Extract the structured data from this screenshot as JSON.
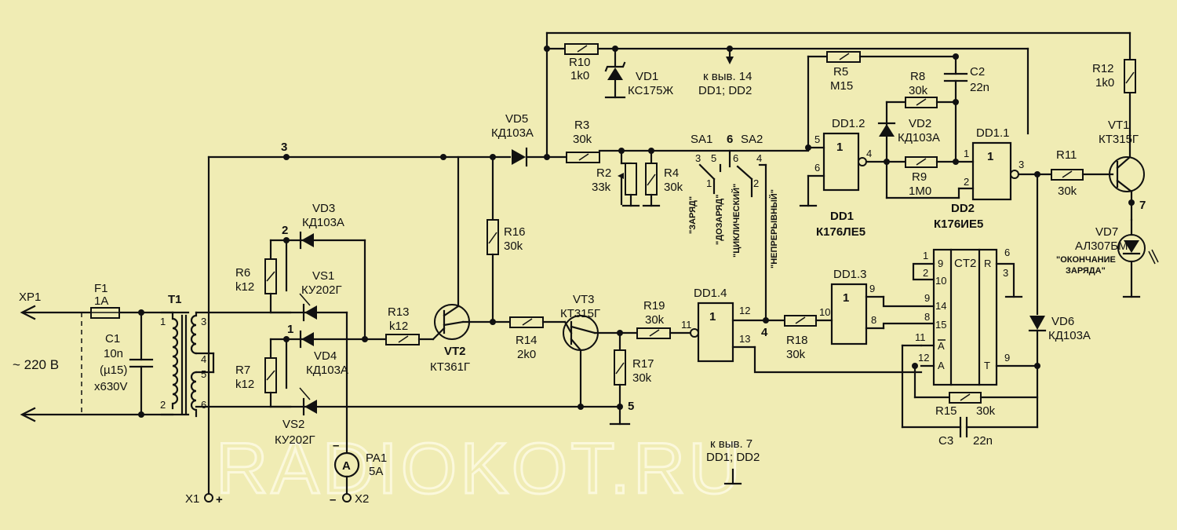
{
  "watermark": "RADIOKOT.RU",
  "mains": {
    "connector": "XP1",
    "voltage": "~ 220 В"
  },
  "fuse": {
    "ref": "F1",
    "value": "1A"
  },
  "c1": {
    "ref": "C1",
    "v1": "10n",
    "v2": "(µ15)",
    "v3": "x630V"
  },
  "t1": {
    "ref": "T1",
    "p1": "1",
    "p2": "2",
    "p3": "3",
    "p4": "4",
    "p5": "5",
    "p6": "6"
  },
  "nodes": {
    "n1": "1",
    "n2": "2",
    "n3": "3",
    "n4": "4",
    "n5": "5",
    "n6": "6",
    "n7": "7"
  },
  "vd3": {
    "ref": "VD3",
    "type": "КД103А"
  },
  "vd4": {
    "ref": "VD4",
    "type": "КД103А"
  },
  "vd5": {
    "ref": "VD5",
    "type": "КД103А"
  },
  "vd2": {
    "ref": "VD2",
    "type": "КД103А"
  },
  "vd6": {
    "ref": "VD6",
    "type": "КД103А"
  },
  "vd1": {
    "ref": "VD1",
    "type": "КС175Ж"
  },
  "vd7": {
    "ref": "VD7",
    "type": "АЛ307БМ",
    "note1": "\"ОКОНЧАНИЕ",
    "note2": "ЗАРЯДА\""
  },
  "vs1": {
    "ref": "VS1",
    "type": "КУ202Г"
  },
  "vs2": {
    "ref": "VS2",
    "type": "КУ202Г"
  },
  "vt1": {
    "ref": "VT1",
    "type": "КТ315Г"
  },
  "vt2": {
    "ref": "VT2",
    "type": "КТ361Г"
  },
  "vt3": {
    "ref": "VT3",
    "type": "КТ315Г"
  },
  "r2": {
    "ref": "R2",
    "value": "33k"
  },
  "r3": {
    "ref": "R3",
    "value": "30k"
  },
  "r4": {
    "ref": "R4",
    "value": "30k"
  },
  "r5": {
    "ref": "R5",
    "value": "M15"
  },
  "r6": {
    "ref": "R6",
    "value": "k12"
  },
  "r7": {
    "ref": "R7",
    "value": "k12"
  },
  "r8": {
    "ref": "R8",
    "value": "30k"
  },
  "r9": {
    "ref": "R9",
    "value": "1M0"
  },
  "r10": {
    "ref": "R10",
    "value": "1k0"
  },
  "r11": {
    "ref": "R11",
    "value": "30k"
  },
  "r12": {
    "ref": "R12",
    "value": "1k0"
  },
  "r13": {
    "ref": "R13",
    "value": "k12"
  },
  "r14": {
    "ref": "R14",
    "value": "2k0"
  },
  "r15": {
    "ref": "R15",
    "value": "30k"
  },
  "r16": {
    "ref": "R16",
    "value": "30k"
  },
  "r17": {
    "ref": "R17",
    "value": "30k"
  },
  "r18": {
    "ref": "R18",
    "value": "30k"
  },
  "r19": {
    "ref": "R19",
    "value": "30k"
  },
  "c2": {
    "ref": "C2",
    "value": "22n"
  },
  "c3": {
    "ref": "C3",
    "value": "22n"
  },
  "pa1": {
    "ref": "PA1",
    "value": "5A",
    "symbol": "A",
    "minus": "–"
  },
  "x1": {
    "label": "X1",
    "sign": "+"
  },
  "x2": {
    "label": "X2",
    "sign": "–"
  },
  "sa1": {
    "ref": "SA1",
    "c3": "3",
    "c5": "5",
    "c1": "1"
  },
  "sa2": {
    "ref": "SA2",
    "c6": "6",
    "c4": "4",
    "c2": "2"
  },
  "modes": {
    "charge": "\"ЗАРЯД\"",
    "recharge": "\"ДОЗАРЯД\"",
    "cyclic": "\"ЦИКЛИЧЕСКИЙ\"",
    "continuous": "\"НЕПРЕРЫВНЫЙ\""
  },
  "pin14": {
    "l1": "к выв. 14",
    "l2": "DD1; DD2"
  },
  "pin7": {
    "l1": "к выв. 7",
    "l2": "DD1; DD2"
  },
  "dd1": {
    "ref": "DD1",
    "type": "К176ЛЕ5"
  },
  "dd2": {
    "ref": "DD2",
    "type": "К176ИЕ5",
    "ct": "CT2",
    "r": "R",
    "abar": "A",
    "a": "A",
    "t": "T"
  },
  "gates": {
    "g12": {
      "ref": "DD1.2",
      "sym": "1",
      "p5": "5",
      "p6": "6",
      "p4": "4"
    },
    "g11": {
      "ref": "DD1.1",
      "sym": "1",
      "p1": "1",
      "p2": "2",
      "p3": "3"
    },
    "g14": {
      "ref": "DD1.4",
      "sym": "1",
      "p11": "11",
      "p13": "13",
      "p12": "12"
    },
    "g13": {
      "ref": "DD1.3",
      "sym": "1",
      "p10": "10",
      "p9": "9",
      "p8": "8"
    }
  },
  "dd2pins": {
    "p1": "1",
    "p2": "2",
    "p9": "9",
    "p10": "10",
    "p14": "14",
    "p15": "15",
    "p11": "11",
    "p12": "12",
    "p6": "6",
    "p3": "3",
    "p9r": "9"
  }
}
